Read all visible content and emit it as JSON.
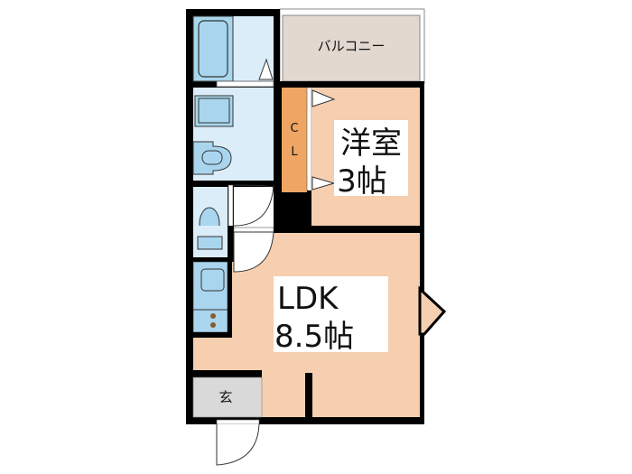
{
  "rooms": {
    "balcony": "バルコニー",
    "closet_c": "C",
    "closet_l": "L",
    "western_room_name": "洋室",
    "western_room_size": "3帖",
    "ldk_name": "LDK",
    "ldk_size": "8.5帖",
    "entrance": "玄"
  },
  "colors": {
    "wall": "#000000",
    "wet_area": "#dcedfa",
    "fixture": "#a9d6ee",
    "room_floor": "#f5cfb0",
    "closet": "#efa564",
    "balcony": "#e2d8d0",
    "entrance": "#d9d9d9"
  }
}
